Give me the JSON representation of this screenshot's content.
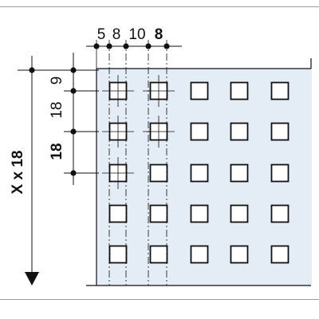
{
  "dimensions": {
    "column_pitch_labels": [
      {
        "text": "5",
        "bold": false
      },
      {
        "text": "8",
        "bold": false
      },
      {
        "text": "10",
        "bold": false
      },
      {
        "text": "8",
        "bold": true
      }
    ],
    "row_label_top": {
      "text": "9",
      "bold": false
    },
    "row_label_mid": {
      "text": "18",
      "bold": false
    },
    "row_label_bold": {
      "text": "18",
      "bold": true
    },
    "length_label": "X x 18"
  },
  "plate": {
    "fill_color": "#e4ecf5",
    "rows": 5,
    "columns": 5,
    "hole_shape": "square"
  },
  "colors": {
    "line": "#111111",
    "frame": "#9a9a9a"
  }
}
